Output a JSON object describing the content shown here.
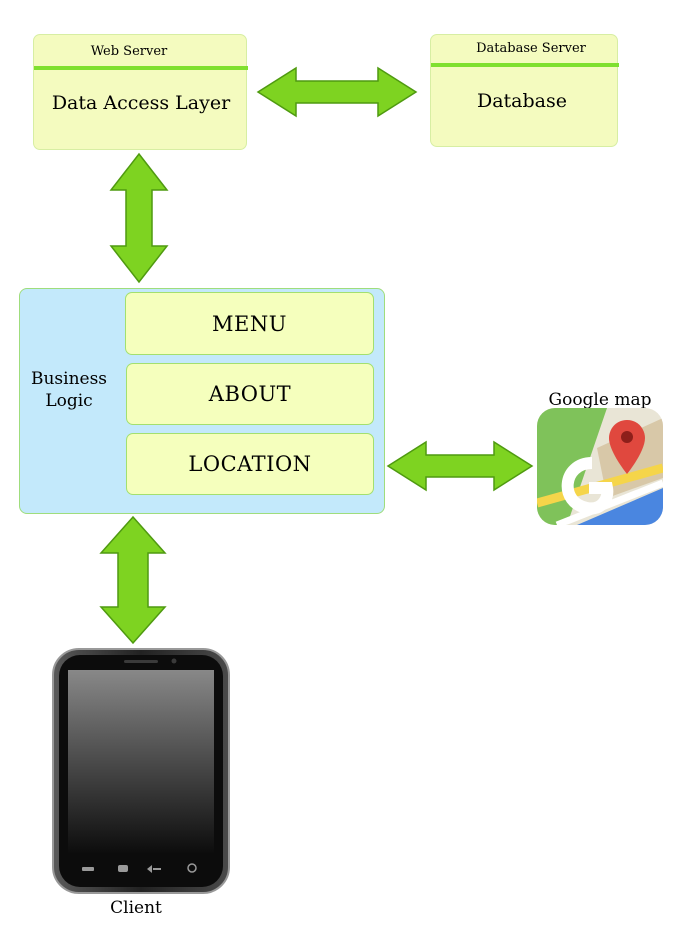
{
  "web_server": {
    "header": "Web Server",
    "body": "Data Access Layer"
  },
  "database_server": {
    "header": "Database Server",
    "body": "Database"
  },
  "business_logic": {
    "label": "Business Logic",
    "items": [
      "MENU",
      "ABOUT",
      "LOCATION"
    ]
  },
  "google_map": {
    "label": "Google map"
  },
  "client": {
    "label": "Client"
  },
  "colors": {
    "arrow": "#7ed321",
    "arrow_stroke": "#4f9a10",
    "business_bg": "#c3e9fb",
    "server_bg": "#f4fbbf"
  }
}
